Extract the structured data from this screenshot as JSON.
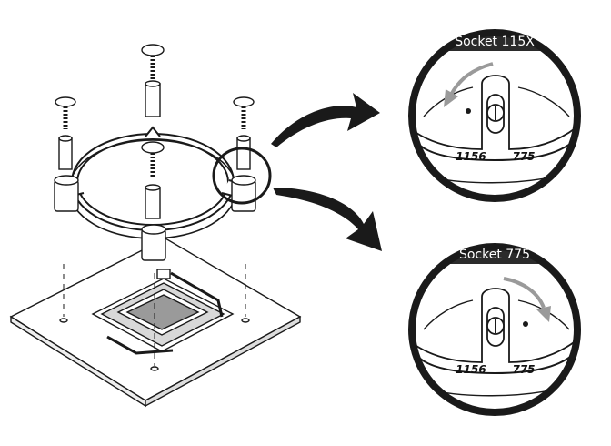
{
  "detail_top": {
    "label": "Socket 115X",
    "marks": [
      "1156",
      "775"
    ],
    "rotation": "counterclockwise"
  },
  "detail_bottom": {
    "label": "Socket 775",
    "marks": [
      "1156",
      "775"
    ],
    "rotation": "clockwise"
  },
  "colors": {
    "ink": "#1a1a1a",
    "label_band": "#2b2b2b",
    "rotation_arrow": "#9a9a9a"
  }
}
